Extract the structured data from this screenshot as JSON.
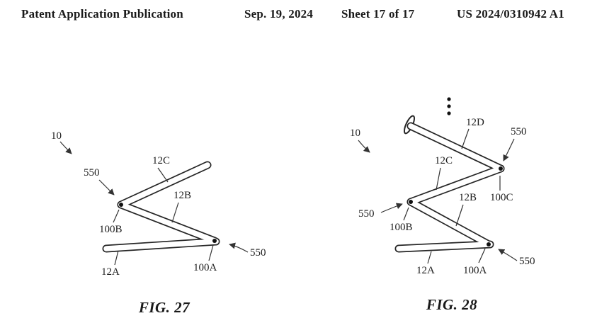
{
  "header": {
    "publication": "Patent Application Publication",
    "date": "Sep. 19, 2024",
    "sheet": "Sheet 17 of 17",
    "patent_number": "US 2024/0310942 A1"
  },
  "fig27": {
    "caption": "FIG. 27",
    "labels": {
      "n10": "10",
      "n550L": "550",
      "n12C": "12C",
      "n12B": "12B",
      "n100B": "100B",
      "n12A": "12A",
      "n100A": "100A",
      "n550R": "550"
    }
  },
  "fig28": {
    "caption": "FIG. 28",
    "labels": {
      "n10": "10",
      "n12D": "12D",
      "n550T": "550",
      "n12C": "12C",
      "n12B": "12B",
      "n100C": "100C",
      "n550L": "550",
      "n100B": "100B",
      "n12A": "12A",
      "n100A": "100A",
      "n550B": "550"
    }
  }
}
